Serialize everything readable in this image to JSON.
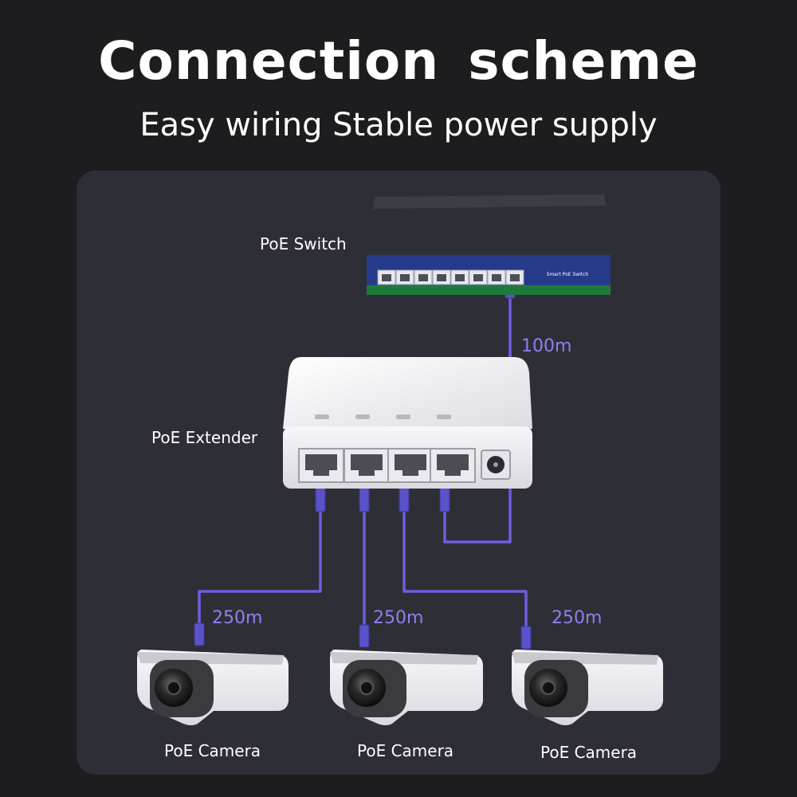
{
  "header": {
    "title": "Connection  scheme",
    "subtitle": "Easy wiring Stable power supply"
  },
  "devices": {
    "switch": {
      "label": "PoE Switch",
      "front_text": "Smart PoE Switch"
    },
    "extender": {
      "label": "PoE Extender"
    },
    "cameras": [
      {
        "label": "PoE Camera",
        "distance": "250m"
      },
      {
        "label": "PoE Camera",
        "distance": "250m"
      },
      {
        "label": "PoE Camera",
        "distance": "250m"
      }
    ]
  },
  "links": {
    "switch_to_extender": "100m"
  },
  "colors": {
    "background": "#1d1d1f",
    "panel": "#2e2f36",
    "cable": "#6a5fe0",
    "distance_text": "#8b80f0",
    "switch_front": "#263a8a",
    "switch_body": "#2c3036",
    "switch_strip": "#1f7a3a",
    "device_white": "#f0f0f3"
  }
}
